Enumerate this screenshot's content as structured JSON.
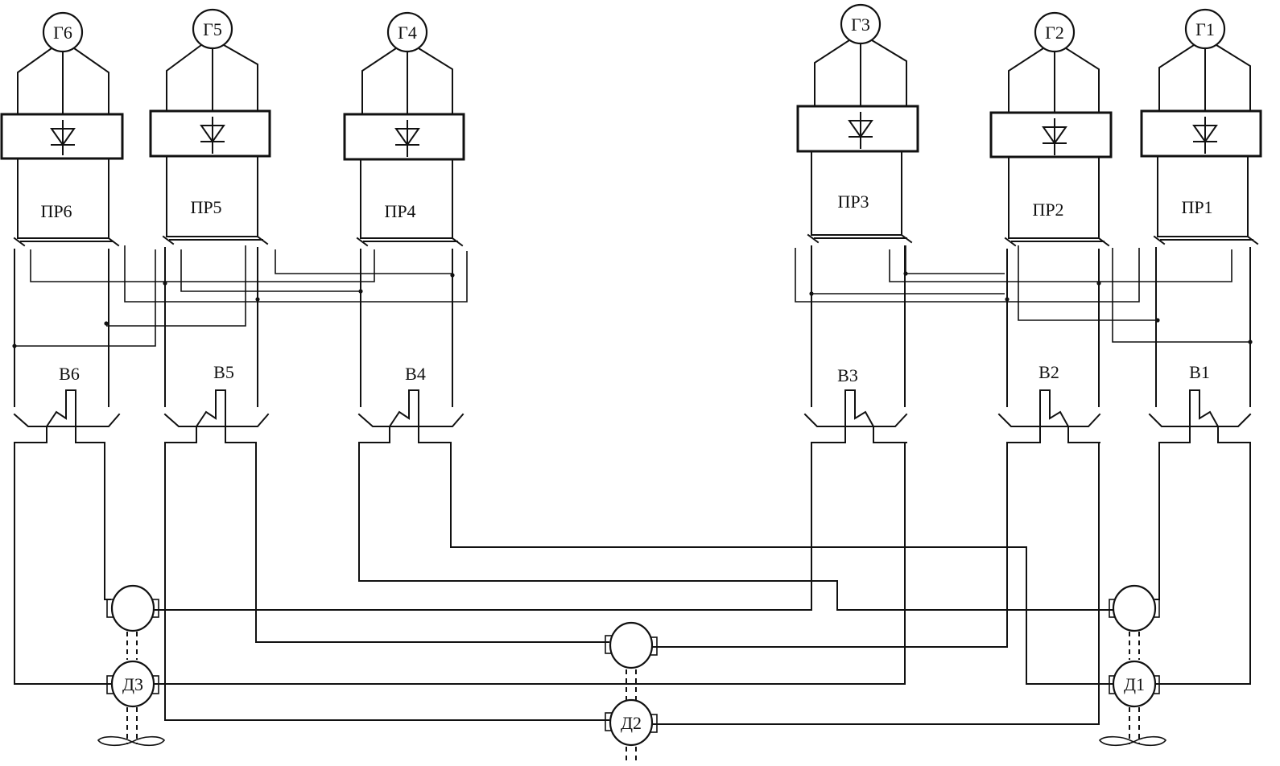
{
  "diagram": {
    "generators": [
      "Г6",
      "Г5",
      "Г4",
      "Г3",
      "Г2",
      "Г1"
    ],
    "rectifiers": [
      "ПР6",
      "ПР5",
      "ПР4",
      "ПР3",
      "ПР2",
      "ПР1"
    ],
    "switches": [
      "В6",
      "В5",
      "В4",
      "В3",
      "В2",
      "В1"
    ],
    "motors": [
      "Д3",
      "Д2",
      "Д1"
    ]
  }
}
